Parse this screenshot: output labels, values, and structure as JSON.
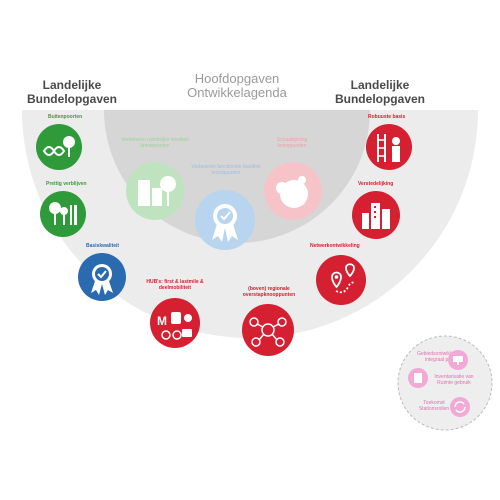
{
  "headings": {
    "left": "Landelijke Bundelopgaven",
    "center": "Hoofdopgaven Ontwikkelagenda",
    "right": "Landelijke Bundelopgaven"
  },
  "left_items": [
    {
      "label": "Buitenpoorten",
      "icon": "infinity-tree-icon",
      "color": "#2f9a3a"
    },
    {
      "label": "Prettig verblijven",
      "icon": "trees-cutlery-icon",
      "color": "#2f9a3a"
    },
    {
      "label": "Basiskwaliteit",
      "icon": "quality-badge-icon",
      "color": "#2a6bb0"
    }
  ],
  "center_items": [
    {
      "label": "Verbeteren ruimtelijke kwaliteit knooppunten",
      "icon": "buildings-tree-icon",
      "color": "#bfe3bf"
    },
    {
      "label": "Verbeteren functionele kwaliteit knooppunten",
      "icon": "quality-badge-icon",
      "color": "#b8d4ee"
    },
    {
      "label": "Schaalsprong knooppunten",
      "icon": "globe-growth-icon",
      "color": "#f6c4c8"
    }
  ],
  "bottom_items": [
    {
      "label": "HUB's: first & lastmile & deelmobiliteit",
      "icon": "mobility-icon",
      "color": "#d42030"
    },
    {
      "label": "(boven) regionale overstapknooppunten",
      "icon": "transfer-hub-icon",
      "color": "#d42030"
    }
  ],
  "right_items": [
    {
      "label": "Robuuste basis",
      "icon": "worker-ladder-icon",
      "color": "#d42030"
    },
    {
      "label": "Verstedelijking",
      "icon": "city-icon",
      "color": "#d42030"
    },
    {
      "label": "Netwerkontwikkeling",
      "icon": "route-pins-icon",
      "color": "#d42030"
    }
  ],
  "side_panel": {
    "items": [
      {
        "label": "Gebiedsontwikkeling integraal plan",
        "icon": "monitor-icon"
      },
      {
        "label": "Inventarisatie van Ruimte gebruik",
        "icon": "document-icon"
      },
      {
        "label": "Toekomst Stationsrollen",
        "icon": "cycle-icon"
      }
    ]
  },
  "colors": {
    "outer_ring": "#ececec",
    "inner_circle": "#d4d4d4",
    "green": "#2f9a3a",
    "blue": "#2a6bb0",
    "red": "#d42030",
    "pink": "#f2a9d6"
  }
}
